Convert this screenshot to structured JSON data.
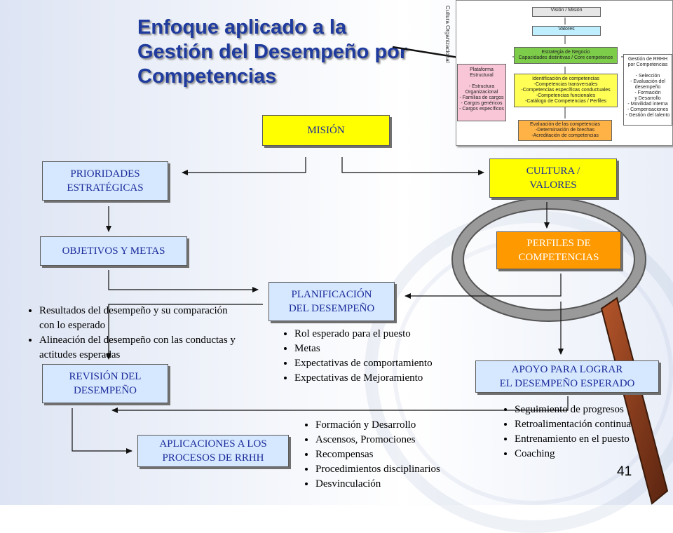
{
  "title": {
    "line1": "Enfoque aplicado  a la",
    "line2": "Gestión del Desempeño por",
    "line3": "Competencias"
  },
  "boxes": {
    "mision": [
      "MISIÓN"
    ],
    "prioridades": [
      "PRIORIDADES",
      "ESTRATÉGICAS"
    ],
    "cultura": [
      "CULTURA /",
      "VALORES"
    ],
    "objetivos": [
      "OBJETIVOS Y METAS"
    ],
    "perfiles": [
      "PERFILES DE",
      "COMPETENCIAS"
    ],
    "planificacion": [
      "PLANIFICACIÓN",
      "DEL DESEMPEÑO"
    ],
    "revision": [
      "REVISIÓN DEL",
      "DESEMPEÑO"
    ],
    "apoyo": [
      "APOYO PARA LOGRAR",
      "EL DESEMPEÑO ESPERADO"
    ],
    "aplicaciones": [
      "APLICACIONES A LOS",
      "PROCESOS DE RRHH"
    ]
  },
  "bullets": {
    "revision": [
      "Resultados del desempeño y su comparación con lo esperado",
      "Alineación del desempeño con las conductas y actitudes esperadas"
    ],
    "planificacion": [
      "Rol esperado para el puesto",
      "Metas",
      "Expectativas de comportamiento",
      "Expectativas de Mejoramiento"
    ],
    "apoyo": [
      "Seguimiento de progresos",
      "Retroalimentación continua",
      "Entrenamiento en el puesto",
      "Coaching"
    ],
    "aplicaciones": [
      "Formación y Desarrollo",
      "Ascensos, Promociones",
      "Recompensas",
      "Procedimientos disciplinarios",
      "Desvinculación"
    ]
  },
  "page_number": "41",
  "inset": {
    "vertical_label": "Cultura Organizacional",
    "vision": [
      "Visión / Misión"
    ],
    "valores": [
      "Valores"
    ],
    "estrategia": [
      "Estrategia de Negocio",
      "Capacidades distintivas / Core competence"
    ],
    "plataforma": [
      "Plataforma",
      "Estructural",
      "",
      "- Estructura",
      "Organizacional",
      "- Familias de cargos",
      "- Cargos genéricos",
      "- Cargos específicos"
    ],
    "identificacion": [
      "Identificación de competencias",
      "-Competencias transversales",
      "-Competencias específicas conductuales",
      "-Competencias funcionales",
      "-Catálogo de Competencias / Perfiles"
    ],
    "gestion": [
      "Gestión de RRHH",
      "por Competencias",
      "",
      "- Selección",
      "- Evaluación del",
      "desempeño",
      "- Formación",
      "y Desarrollo",
      "- Movilidad interna",
      "- Compensaciones",
      "- Gestión del talento"
    ],
    "evaluacion": [
      "Evaluación de las competencias",
      "-Determinación de brechas",
      "-Acreditación de competencias"
    ]
  }
}
